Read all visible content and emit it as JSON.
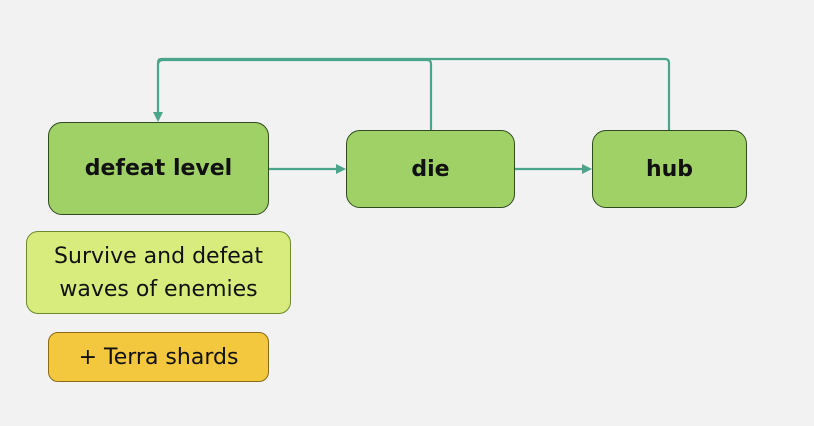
{
  "nodes": {
    "defeat_level": "defeat level",
    "die": "die",
    "hub": "hub"
  },
  "notes": {
    "description": "Survive and defeat waves of enemies",
    "reward": "+ Terra shards"
  },
  "edges": [
    {
      "from": "defeat level",
      "to": "die"
    },
    {
      "from": "die",
      "to": "hub"
    },
    {
      "from": "die",
      "to": "defeat level"
    },
    {
      "from": "hub",
      "to": "defeat level"
    }
  ],
  "colors": {
    "background": "#f2f2f2",
    "node_fill": "#9fd167",
    "note_fill": "#d7ec7c",
    "reward_fill": "#f3c73e",
    "connector": "#4aa58a"
  }
}
